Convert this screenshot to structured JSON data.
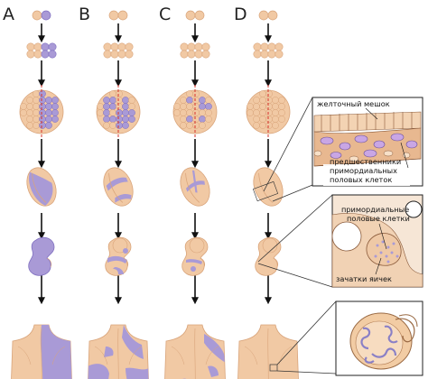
{
  "columns": [
    {
      "letter": "A",
      "pattern": "half"
    },
    {
      "letter": "B",
      "pattern": "mosaic-large"
    },
    {
      "letter": "C",
      "pattern": "mosaic-small"
    },
    {
      "letter": "D",
      "pattern": "none"
    }
  ],
  "stages": [
    "zygote",
    "8-cell",
    "blastocyst",
    "early-embryo",
    "fetus",
    "adult-back"
  ],
  "callouts": {
    "yolk_sac": {
      "label": "желточный мешок",
      "desc_line1": "предшественники",
      "desc_line2": "примордиальных",
      "desc_line3": "половых клеток"
    },
    "gonad": {
      "label_line1": "примордиальные",
      "label_line2": "половые клетки",
      "label_bottom": "зачатки яичек"
    },
    "testis": {}
  },
  "colors": {
    "skin": "#f1c9a4",
    "skin_dark": "#d9a47a",
    "purple": "#a99ad6",
    "purple_dark": "#7f6fc0",
    "divider_red": "#d6342b",
    "arrow": "#111111"
  }
}
